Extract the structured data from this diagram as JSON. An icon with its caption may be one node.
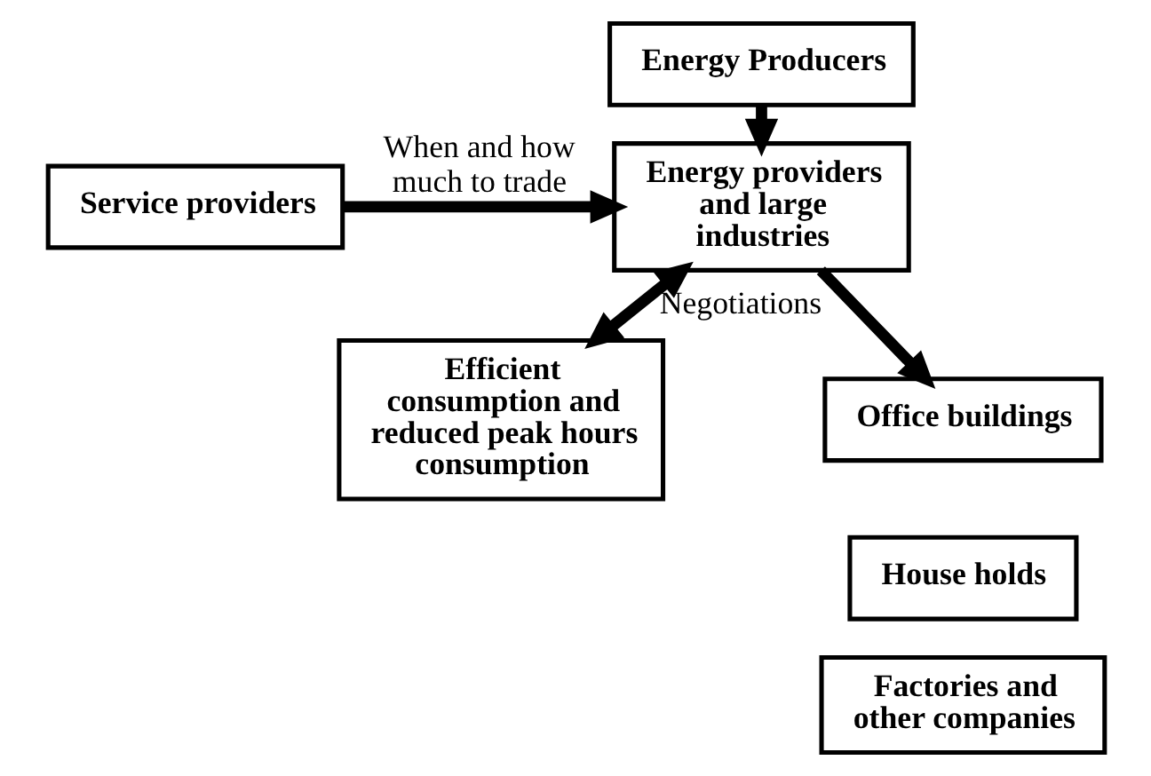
{
  "diagram": {
    "nodes": [
      {
        "text": [
          "Energy Producers"
        ]
      },
      {
        "text": [
          "Service providers"
        ]
      },
      {
        "text": [
          "Energy providers and large industries"
        ]
      },
      {
        "text": [
          "Efficient consumption and reduced peak hours consumption"
        ]
      },
      {
        "text": [
          "Office buildings"
        ]
      },
      {
        "text": [
          "House holds"
        ]
      },
      {
        "text": [
          "Factories and other companies"
        ]
      }
    ],
    "edges": [
      {
        "from": 0,
        "to": 2,
        "arrow": "to"
      },
      {
        "from": 1,
        "to": 2,
        "arrow": "to",
        "label": "When and how much to trade"
      },
      {
        "from": 2,
        "to": 4,
        "arrow": "to"
      },
      {
        "from": 3,
        "to": 2,
        "arrow": "both",
        "label": "Negotiations"
      }
    ]
  }
}
